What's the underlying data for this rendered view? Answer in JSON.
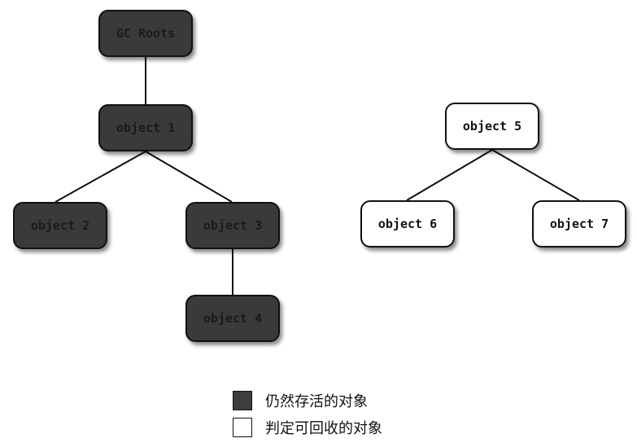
{
  "colors": {
    "alive_fill": "#3a3a3a",
    "collectable_fill": "#ffffff",
    "edge": "#111111"
  },
  "nodes": {
    "root": "GC Roots",
    "obj1": "object 1",
    "obj2": "object 2",
    "obj3": "object 3",
    "obj4": "object 4",
    "obj5": "object 5",
    "obj6": "object 6",
    "obj7": "object 7"
  },
  "edges": [
    [
      "root",
      "obj1"
    ],
    [
      "obj1",
      "obj2"
    ],
    [
      "obj1",
      "obj3"
    ],
    [
      "obj3",
      "obj4"
    ],
    [
      "obj5",
      "obj6"
    ],
    [
      "obj5",
      "obj7"
    ]
  ],
  "legend": {
    "alive": "仍然存活的对象",
    "collectable": "判定可回收的对象"
  }
}
